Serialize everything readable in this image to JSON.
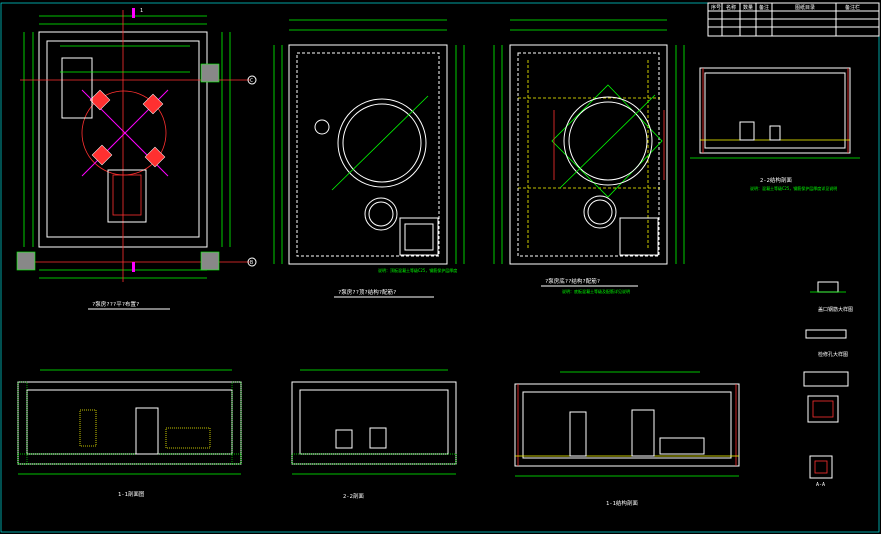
{
  "drawing": {
    "background": "#000000",
    "colors": {
      "frame": "#00e5e5",
      "outline": "#ffffff",
      "dimension": "#00ff00",
      "rebar": "#ff3030",
      "hatch": "#ffff00",
      "section_mark": "#ff00ff"
    },
    "plan_titles": {
      "plan1": "?泵房???平?布置?",
      "plan2": "?泵房??顶?结构?配筋?",
      "plan3": "?泵房底??结构?配筋?"
    },
    "notes": {
      "plan2": "说明：顶板混凝土等级C25，钢筋保护层厚度",
      "plan3": "说明：底板混凝土等级及配筋详见说明",
      "section22_right": "说明：混凝土等级C25，钢筋保护层厚度详见说明"
    },
    "section_titles": {
      "left": "1-1剖面图",
      "mid": "2-2剖面",
      "right": "1-1结构剖面",
      "top_right": "2-2结构剖面"
    },
    "detail_labels": [
      "盖口钢筋大样图",
      "检修孔大样图",
      "A-A"
    ],
    "axis_labels": {
      "c": "C",
      "b": "B",
      "one": "1"
    },
    "title_block_cols": [
      "序号",
      "名称",
      "数量",
      "备注",
      "图纸目录",
      "备注栏"
    ]
  }
}
